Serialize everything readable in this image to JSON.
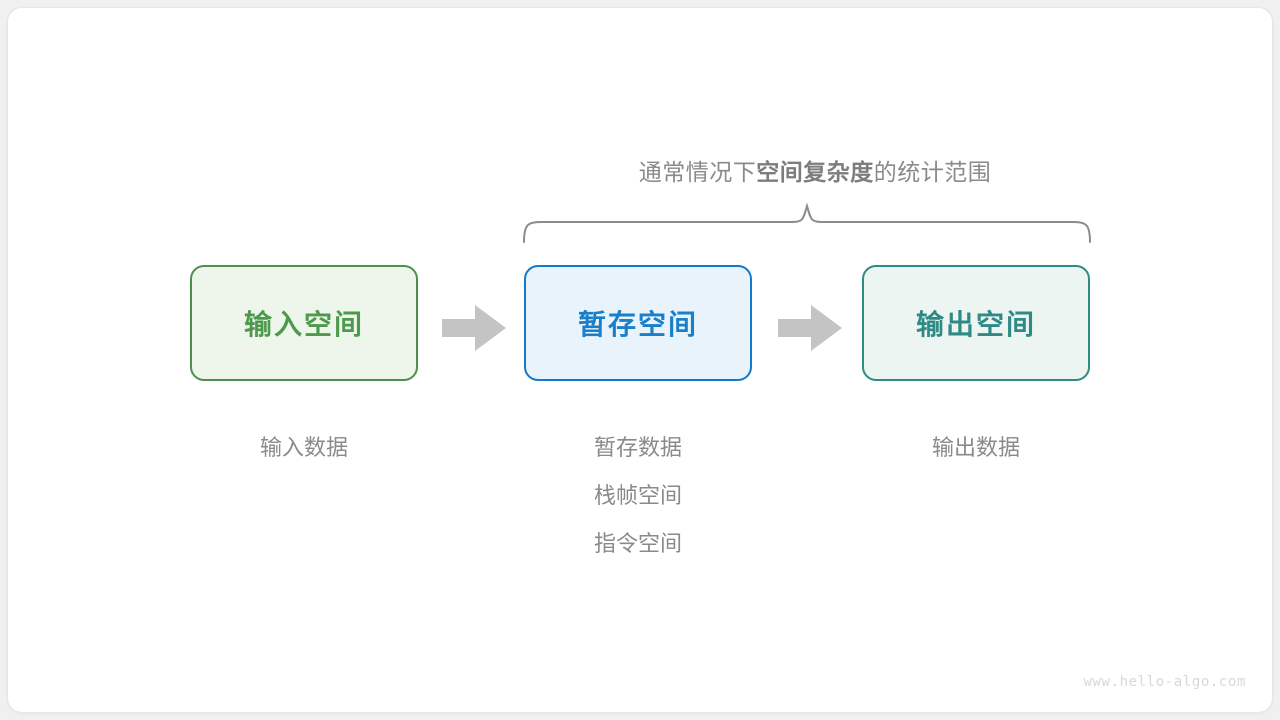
{
  "diagram": {
    "scope_caption": {
      "prefix": "通常情况下",
      "emphasis": "空间复杂度",
      "suffix": "的统计范围"
    },
    "boxes": [
      {
        "label": "输入空间",
        "fill": "#eef6ec",
        "border": "#4e8f4b",
        "text": "#4e9a4c"
      },
      {
        "label": "暂存空间",
        "fill": "#e8f3fc",
        "border": "#1279cb",
        "text": "#1b7fc8"
      },
      {
        "label": "输出空间",
        "fill": "#edf5f3",
        "border": "#2e8a85",
        "text": "#2f8a85"
      }
    ],
    "arrows": [
      {
        "name": "arrow-input-to-temp",
        "color": "#c4c4c4"
      },
      {
        "name": "arrow-temp-to-output",
        "color": "#c4c4c4"
      }
    ],
    "captions": {
      "input": [
        "输入数据"
      ],
      "temp": [
        "暂存数据",
        "栈帧空间",
        "指令空间"
      ],
      "output": [
        "输出数据"
      ]
    },
    "brace": {
      "color": "#8c8c8c"
    },
    "watermark": "www.hello-algo.com"
  }
}
